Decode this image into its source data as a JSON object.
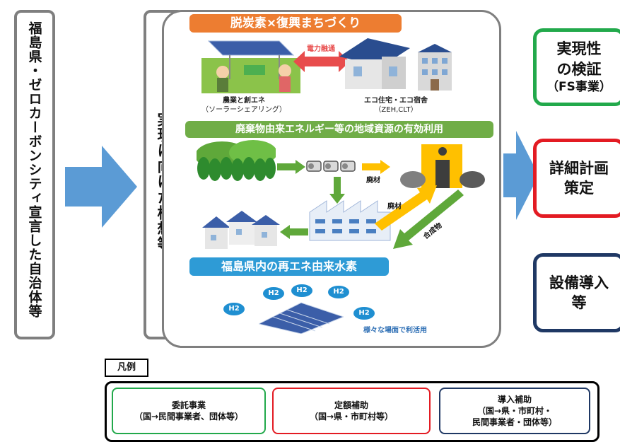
{
  "left_box": {
    "text": "福島県・ゼロカーボンシティ宣言した自治体等"
  },
  "concept_box": {
    "text": "実現に向けた構想等"
  },
  "section1": {
    "banner": "脱炭素×復興まちづくり",
    "power_label": "電力融通",
    "agri_label": "農業と創エネ",
    "agri_sub": "（ソーラーシェアリング）",
    "eco_label": "エコ住宅・エコ宿舎",
    "eco_sub": "（ZEH,CLT）"
  },
  "section2": {
    "banner": "廃棄物由来エネルギー等の地域資源の有効利用",
    "waste1": "廃材",
    "waste2": "廃材",
    "synth": "合成物"
  },
  "section3": {
    "banner": "福島県内の再エネ由来水素",
    "h2_label": "H2",
    "use_label": "様々な場面で利活用"
  },
  "outcomes": [
    {
      "line1": "実現性",
      "line2": "の検証",
      "line3": "（FS事業）",
      "color": "#22a94b"
    },
    {
      "line1": "詳細計画",
      "line2": "策定",
      "line3": "",
      "color": "#e31b23"
    },
    {
      "line1": "設備導入",
      "line2": "等",
      "line3": "",
      "color": "#1f3864"
    }
  ],
  "legend": {
    "title": "凡例",
    "items": [
      {
        "line1": "委託事業",
        "line2": "（国→民間事業者、団体等）",
        "line3": "",
        "color": "#22a94b"
      },
      {
        "line1": "定額補助",
        "line2": "（国→県・市町村等）",
        "line3": "",
        "color": "#e31b23"
      },
      {
        "line1": "導入補助",
        "line2": "（国→県・市町村・",
        "line3": "民間事業者・団体等）",
        "color": "#1f3864"
      }
    ]
  },
  "colors": {
    "arrow_blue": "#5b9bd5",
    "banner_orange": "#ed7d31",
    "banner_green": "#70ad47",
    "banner_blue": "#2e9bd6",
    "power_arrow": "#e84c4c",
    "green_arrow": "#5fa83a",
    "yellow_arrow": "#ffc000"
  }
}
